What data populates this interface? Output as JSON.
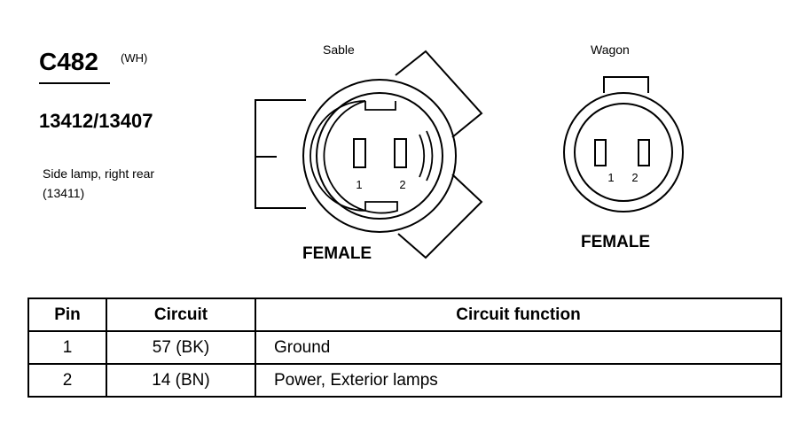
{
  "connector": {
    "id": "C482",
    "color_code": "(WH)",
    "part_numbers": "13412/13407",
    "description_line1": "Side lamp, right rear",
    "description_line2": "(13411)"
  },
  "sable": {
    "label": "Sable",
    "gender": "FEMALE",
    "pin_labels": [
      "1",
      "2"
    ]
  },
  "wagon": {
    "label": "Wagon",
    "gender": "FEMALE",
    "pin_labels": [
      "1",
      "2"
    ]
  },
  "table": {
    "headers": [
      "Pin",
      "Circuit",
      "Circuit function"
    ],
    "rows": [
      {
        "pin": "1",
        "circuit": "57 (BK)",
        "function": "Ground"
      },
      {
        "pin": "2",
        "circuit": "14 (BN)",
        "function": "Power, Exterior lamps"
      }
    ]
  }
}
